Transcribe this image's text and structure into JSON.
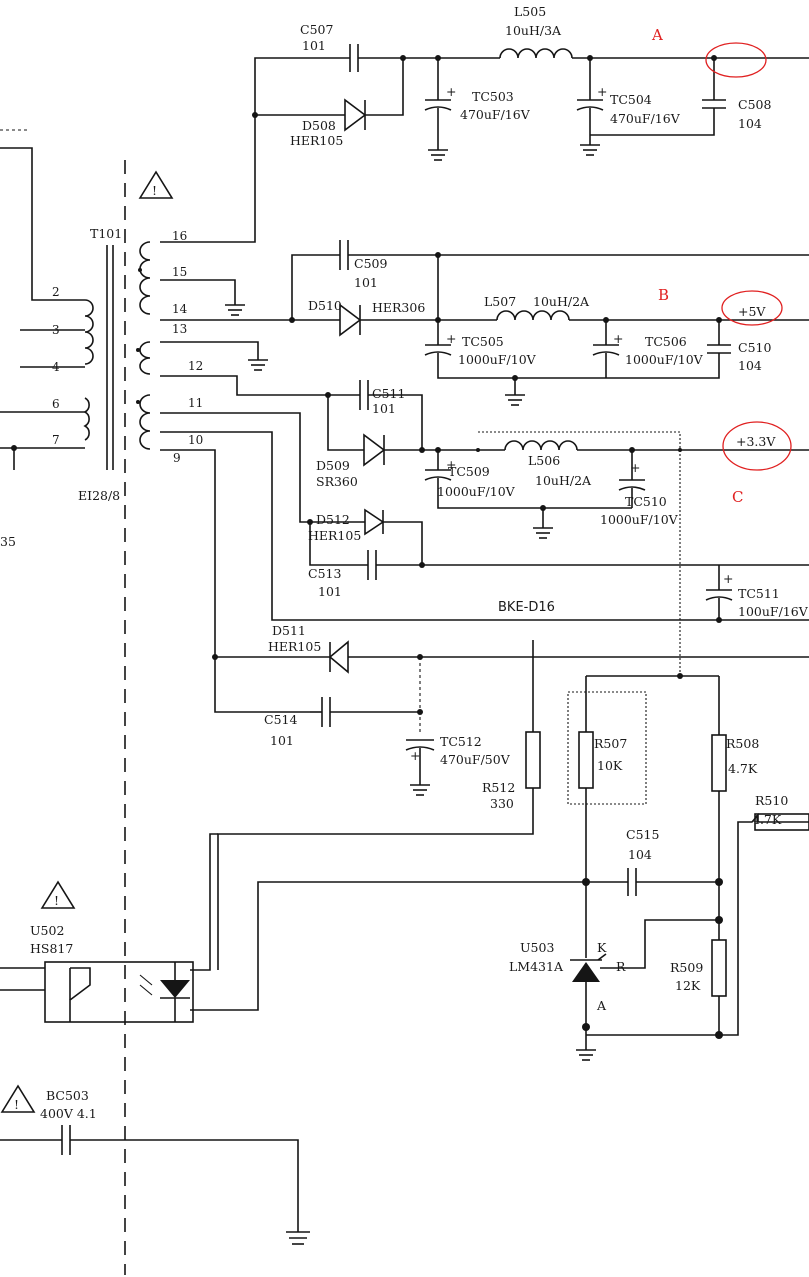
{
  "diagram": {
    "section_labels": {
      "a": "A",
      "b": "B",
      "c": "C"
    },
    "outputs": {
      "v5": "+5V",
      "v33": "+3.3V"
    },
    "transformer": {
      "ref": "T101",
      "core": "EI28/8",
      "pins": [
        "16",
        "15",
        "14",
        "13",
        "12",
        "11",
        "10",
        "9",
        "2",
        "3",
        "4",
        "6",
        "7"
      ]
    },
    "components": {
      "c507": {
        "ref": "C507",
        "value": "101"
      },
      "l505": {
        "ref": "L505",
        "value": "10uH/3A"
      },
      "d508": {
        "ref": "D508",
        "value": "HER105"
      },
      "tc503": {
        "ref": "TC503",
        "value": "470uF/16V"
      },
      "tc504": {
        "ref": "TC504",
        "value": "470uF/16V"
      },
      "c508": {
        "ref": "C508",
        "value": "104"
      },
      "c509": {
        "ref": "C509",
        "value": "101"
      },
      "d510": {
        "ref": "D510",
        "value": "HER306"
      },
      "l507": {
        "ref": "L507",
        "value": "10uH/2A"
      },
      "tc505": {
        "ref": "TC505",
        "value": "1000uF/10V"
      },
      "tc506": {
        "ref": "TC506",
        "value": "1000uF/10V"
      },
      "c510": {
        "ref": "C510",
        "value": "104"
      },
      "c511": {
        "ref": "C511",
        "value": "101"
      },
      "d509": {
        "ref": "D509",
        "value": "SR360"
      },
      "l506": {
        "ref": "L506",
        "value": "10uH/2A"
      },
      "tc509": {
        "ref": "TC509",
        "value": "1000uF/10V"
      },
      "tc510": {
        "ref": "TC510",
        "value": "1000uF/10V"
      },
      "d512": {
        "ref": "D512",
        "value": "HER105"
      },
      "c513": {
        "ref": "C513",
        "value": "101"
      },
      "tc511": {
        "ref": "TC511",
        "value": "100uF/16V"
      },
      "d511": {
        "ref": "D511",
        "value": "HER105"
      },
      "c514": {
        "ref": "C514",
        "value": "101"
      },
      "tc512": {
        "ref": "TC512",
        "value": "470uF/50V"
      },
      "r512": {
        "ref": "R512",
        "value": "330"
      },
      "r507": {
        "ref": "R507",
        "value": "10K"
      },
      "r508": {
        "ref": "R508",
        "value": "4.7K"
      },
      "r510": {
        "ref": "R510",
        "value": "4.7K"
      },
      "c515": {
        "ref": "C515",
        "value": "104"
      },
      "u503": {
        "ref": "U503",
        "value": "LM431A"
      },
      "r509": {
        "ref": "R509",
        "value": "12K"
      },
      "u502": {
        "ref": "U502",
        "value": "HS817"
      },
      "bc503": {
        "ref": "BC503",
        "value": "400V 4.1"
      }
    },
    "bke_label": "BKE-D16",
    "u503_pins": {
      "k": "K",
      "r": "R",
      "a": "A"
    },
    "stray_label": "35",
    "warning_symbol": "!"
  }
}
